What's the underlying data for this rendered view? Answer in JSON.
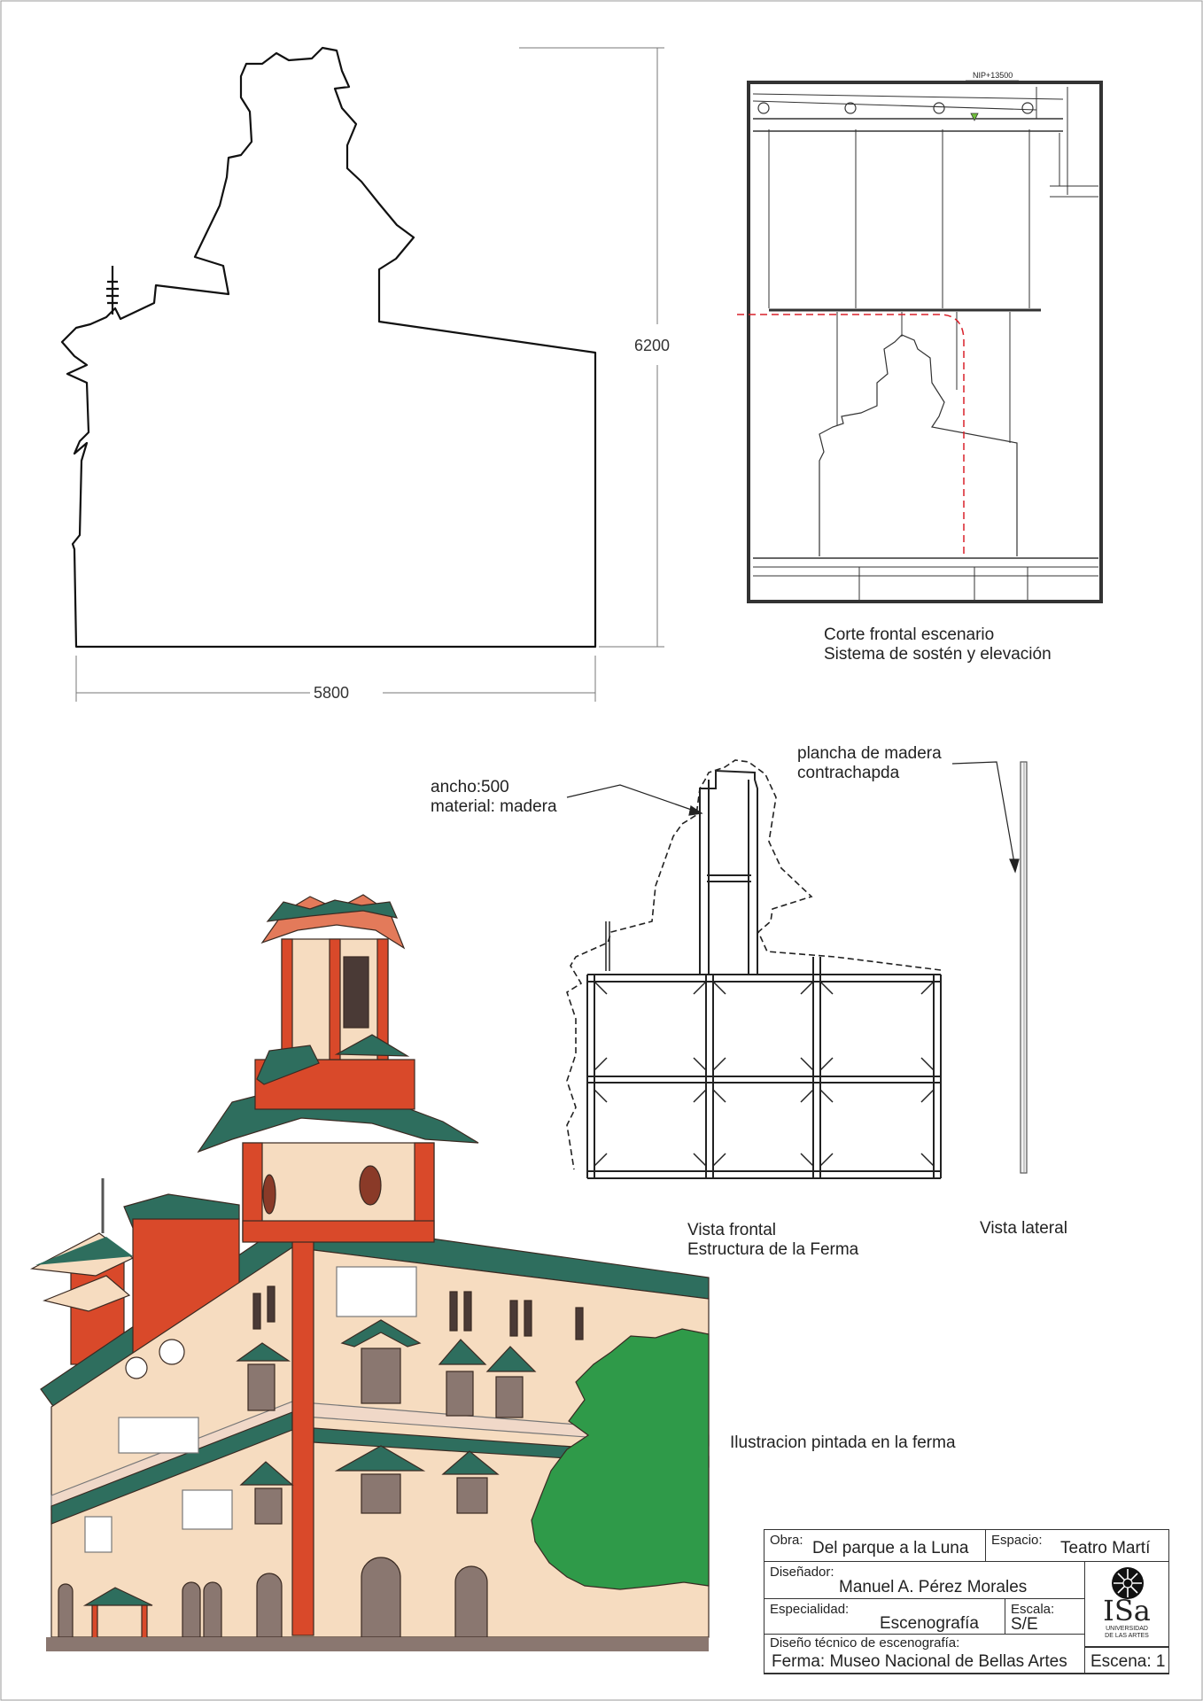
{
  "dimensions": {
    "width": "5800",
    "height": "6200"
  },
  "section_view": {
    "level_tag": "NIP+13500",
    "caption_1": "Corte frontal escenario",
    "caption_2": "Sistema de sostén y elevación"
  },
  "frame_view": {
    "callout_1_line1": "ancho:500",
    "callout_1_line2": "material: madera",
    "callout_2_line1": "plancha de madera",
    "callout_2_line2": "contrachapda",
    "front_caption_1": "Vista frontal",
    "front_caption_2": "Estructura de la Ferma",
    "side_caption": "Vista lateral"
  },
  "illustration": {
    "caption": "Ilustracion pintada en la ferma",
    "colors": {
      "facade": "#f6dcc0",
      "red": "#d9492a",
      "roof": "#2e6e5e",
      "tree": "#2f9a49",
      "window": "#8a7770"
    }
  },
  "title_block": {
    "obra_label": "Obra:",
    "obra_value": "Del parque a la Luna",
    "espacio_label": "Espacio:",
    "espacio_value": "Teatro Martí",
    "disenador_label": "Diseñador:",
    "disenador_value": "Manuel A. Pérez Morales",
    "especialidad_label": "Especialidad:",
    "especialidad_value": "Escenografía",
    "escala_label": "Escala:",
    "escala_value": "S/E",
    "diseno_label": "Diseño técnico de escenografía:",
    "diseno_value": "Ferma: Museo Nacional de Bellas Artes",
    "escena_value": "Escena: 1",
    "logo_text": "ISa",
    "logo_sub_1": "UNIVERSIDAD",
    "logo_sub_2": "DE LAS ARTES"
  }
}
